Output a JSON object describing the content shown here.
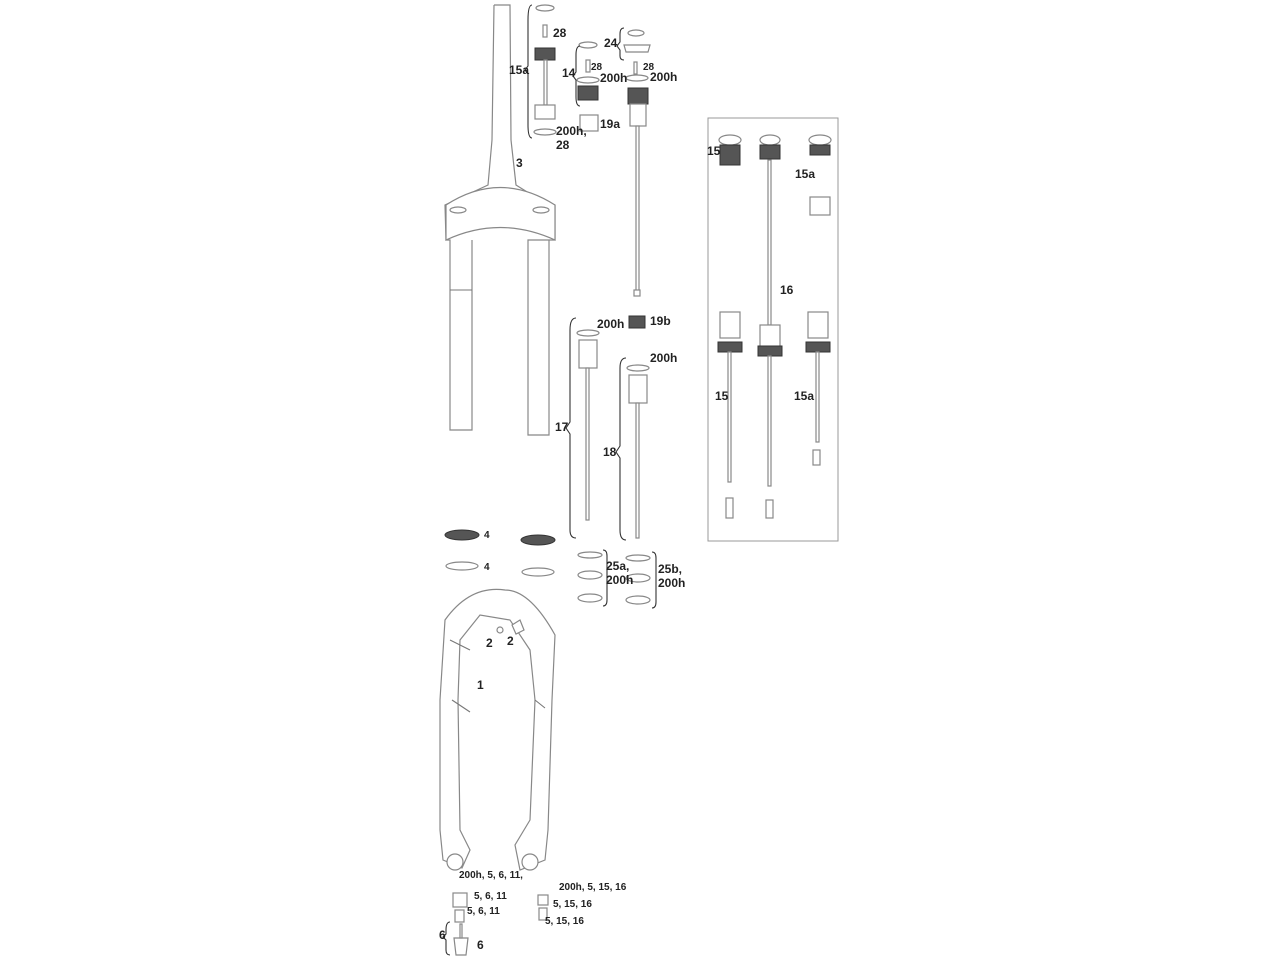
{
  "callouts": {
    "c28a": "28",
    "c15a_top": "15a",
    "c24": "24",
    "c28b": "28",
    "c28c": "28",
    "c14": "14",
    "c200h_a": "200h",
    "c200h_b": "200h",
    "c19a": "19a",
    "c200h_28_1": "200h,",
    "c200h_28_2": "28",
    "c3": "3",
    "c15_box": "15",
    "c15a_box": "15a",
    "c16": "16",
    "c200h_c": "200h",
    "c19b": "19b",
    "c200h_d": "200h",
    "c15_box_low": "15",
    "c15a_box_low": "15a",
    "c17": "17",
    "c18": "18",
    "c4a": "4",
    "c4b": "4",
    "c25a_1": "25a,",
    "c25a_2": "200h",
    "c25b_1": "25b,",
    "c25b_2": "200h",
    "c2a": "2",
    "c2b": "2",
    "c1": "1",
    "cl1": "200h, 5, 6, 11,",
    "cl2": "5, 6, 11",
    "cl3": "5, 6, 11",
    "c6a": "6",
    "c6b": "6",
    "cr1": "200h, 5, 15, 16",
    "cr2": "5, 15, 16",
    "cr3": "5, 15, 16"
  }
}
